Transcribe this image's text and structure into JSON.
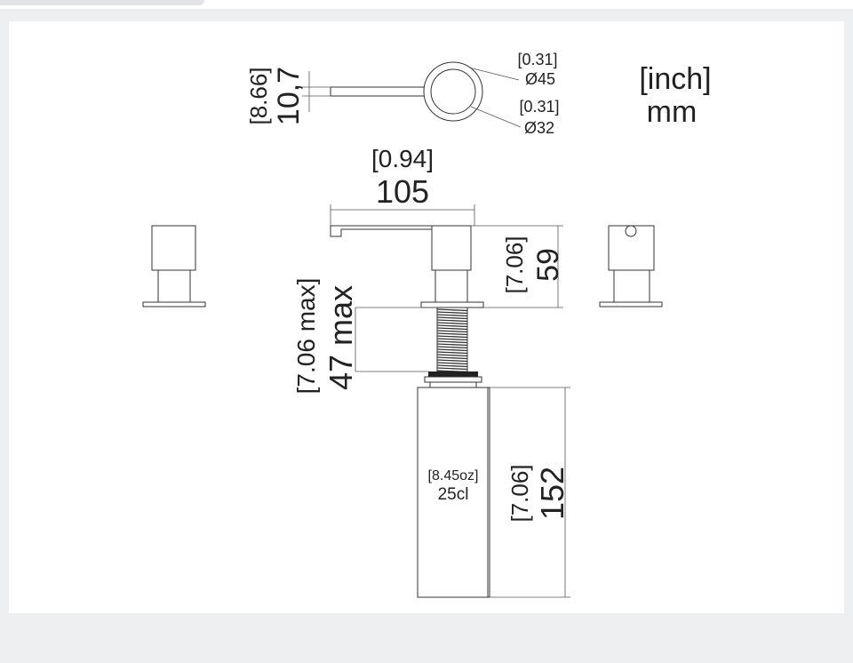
{
  "units": {
    "inch": "[inch]",
    "mm": "mm"
  },
  "top_view": {
    "thickness_inch": "[8.66]",
    "thickness_mm": "10,7",
    "outer_inch": "[0.31]",
    "outer_mm": "Ø45",
    "inner_inch": "[0.31]",
    "inner_mm": "Ø32"
  },
  "spout": {
    "length_inch": "[0.94]",
    "length_mm": "105",
    "height_inch": "[7.06]",
    "height_mm": "59"
  },
  "thread": {
    "max_inch": "[7.06 max]",
    "max_mm": "47 max"
  },
  "bottle": {
    "capacity_oz": "[8.45oz]",
    "capacity_cl": "25cl",
    "height_inch": "[7.06]",
    "height_mm": "152"
  },
  "colors": {
    "line": "#333333",
    "background": "#eeeff1",
    "sheet": "#ffffff"
  }
}
